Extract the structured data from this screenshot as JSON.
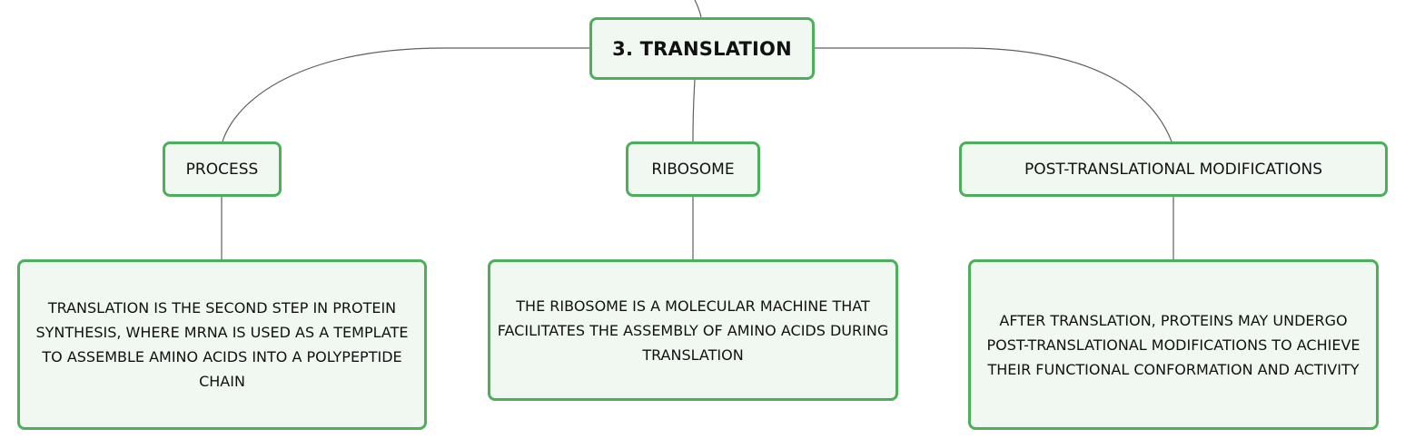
{
  "mind_map": {
    "root": {
      "label": "3. TRANSLATION"
    },
    "branches": [
      {
        "label": "PROCESS",
        "detail": "TRANSLATION IS THE SECOND STEP IN PROTEIN SYNTHESIS, WHERE MRNA IS USED AS A TEMPLATE TO ASSEMBLE AMINO ACIDS INTO A POLYPEPTIDE CHAIN"
      },
      {
        "label": "RIBOSOME",
        "detail": "THE RIBOSOME IS A MOLECULAR MACHINE THAT FACILITATES THE ASSEMBLY OF AMINO ACIDS DURING TRANSLATION"
      },
      {
        "label": "POST-TRANSLATIONAL MODIFICATIONS",
        "detail": "AFTER TRANSLATION, PROTEINS MAY UNDERGO POST-TRANSLATIONAL MODIFICATIONS TO ACHIEVE THEIR FUNCTIONAL CONFORMATION AND ACTIVITY"
      }
    ]
  },
  "colors": {
    "node_border": "#4caf5a",
    "node_fill": "#f1f8f1",
    "connector": "#5f5f5f",
    "text": "#111111"
  }
}
